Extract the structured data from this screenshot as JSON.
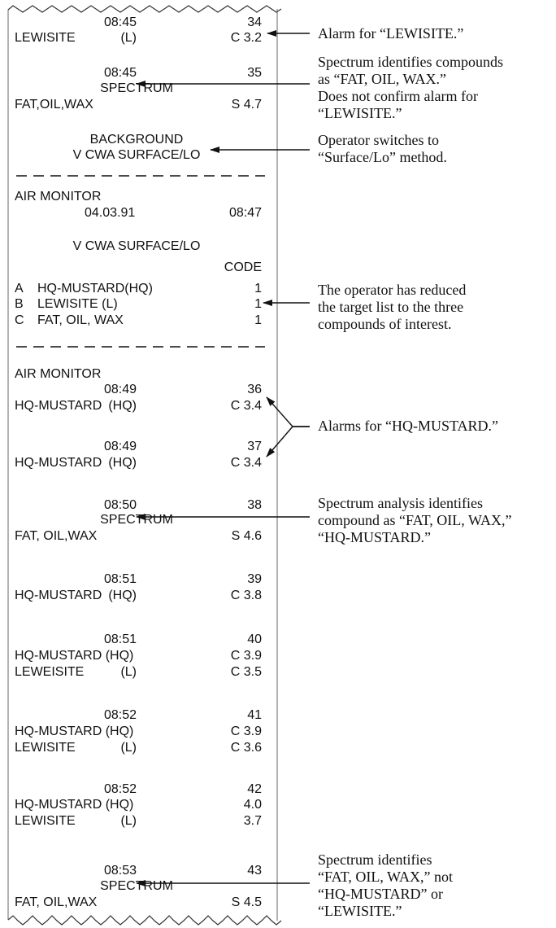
{
  "tape": {
    "blocks": [
      {
        "rows": [
          {
            "time": "08:45",
            "seq": "34"
          },
          {
            "name": "LEWISITE",
            "tag": "(L)",
            "val": "C 3.2"
          }
        ]
      },
      {
        "rows": [
          {
            "time": "08:45",
            "seq": "35"
          },
          {
            "center": "SPECTRUM"
          },
          {
            "name": "FAT,OIL,WAX",
            "val": "S 4.7"
          }
        ]
      },
      {
        "rows": [
          {
            "center": "BACKGROUND"
          },
          {
            "center": "V CWA SURFACE/LO"
          }
        ]
      },
      {
        "separator": true
      },
      {
        "rows": [
          {
            "name": "AIR MONITOR"
          },
          {
            "date": "04.03.91",
            "val": "08:47"
          },
          {
            "center": "V CWA SURFACE/LO"
          },
          {
            "val": "CODE"
          },
          {
            "letter": "A",
            "name": "HQ-MUSTARD(HQ)",
            "val": "1"
          },
          {
            "letter": "B",
            "name": "LEWISITE  (L)",
            "val": "1"
          },
          {
            "letter": "C",
            "name": "FAT, OIL, WAX",
            "val": "1"
          }
        ]
      },
      {
        "separator": true
      },
      {
        "rows": [
          {
            "name": "AIR MONITOR"
          },
          {
            "time": "08:49",
            "seq": "36"
          },
          {
            "name": "HQ-MUSTARD",
            "tag": "(HQ)",
            "val": "C 3.4"
          }
        ]
      },
      {
        "rows": [
          {
            "time": "08:49",
            "seq": "37"
          },
          {
            "name": "HQ-MUSTARD",
            "tag": "(HQ)",
            "val": "C 3.4"
          }
        ]
      },
      {
        "rows": [
          {
            "time": "08:50",
            "seq": "38"
          },
          {
            "center": "SPECTRUM"
          },
          {
            "name": "FAT, OIL,WAX",
            "val": "S 4.6"
          }
        ]
      },
      {
        "rows": [
          {
            "time": "08:51",
            "seq": "39"
          },
          {
            "name": "HQ-MUSTARD",
            "tag": "(HQ)",
            "val": "C 3.8"
          }
        ]
      },
      {
        "rows": [
          {
            "time": "08:51",
            "seq": "40"
          },
          {
            "name": "HQ-MUSTARD (HQ)",
            "val": "C 3.9"
          },
          {
            "name": "LEWEISITE",
            "tag": "(L)",
            "val": "C 3.5"
          }
        ]
      },
      {
        "rows": [
          {
            "time": "08:52",
            "seq": "41"
          },
          {
            "name": "HQ-MUSTARD (HQ)",
            "val": "C 3.9"
          },
          {
            "name": "LEWISITE",
            "tag": "(L)",
            "val": "C 3.6"
          }
        ]
      },
      {
        "rows": [
          {
            "time": "08:52",
            "seq": "42"
          },
          {
            "name": "HQ-MUSTARD (HQ)",
            "val": "4.0"
          },
          {
            "name": "LEWISITE",
            "tag": "(L)",
            "val": "3.7"
          }
        ]
      },
      {
        "rows": [
          {
            "time": "08:53",
            "seq": "43"
          },
          {
            "center": "SPECTRUM"
          },
          {
            "name": "FAT, OIL,WAX",
            "val": "S 4.5"
          }
        ]
      }
    ]
  },
  "annotations": [
    {
      "lines": [
        "Alarm for “LEWISITE.”"
      ]
    },
    {
      "lines": [
        "Spectrum identifies compounds",
        "as “FAT, OIL, WAX.”",
        "Does not confirm alarm for",
        "“LEWISITE.”"
      ]
    },
    {
      "lines": [
        "Operator switches to",
        "“Surface/Lo” method."
      ]
    },
    {
      "lines": [
        "The operator has reduced",
        "the target list to the three",
        "compounds of interest."
      ]
    },
    {
      "lines": [
        "Alarms for “HQ-MUSTARD.”"
      ]
    },
    {
      "lines": [
        "Spectrum analysis identifies",
        "compound as “FAT, OIL, WAX,”",
        "“HQ-MUSTARD.”"
      ]
    },
    {
      "lines": [
        "Spectrum identifies",
        "“FAT, OIL, WAX,” not",
        "“HQ-MUSTARD” or",
        "“LEWISITE.”"
      ]
    }
  ]
}
